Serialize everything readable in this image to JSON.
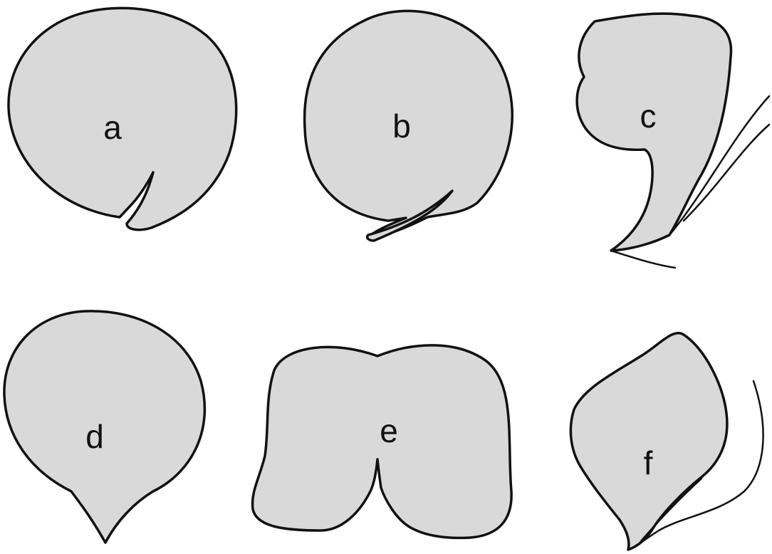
{
  "figure": {
    "panels": [
      {
        "id": "a",
        "label": "a"
      },
      {
        "id": "b",
        "label": "b"
      },
      {
        "id": "c",
        "label": "c"
      },
      {
        "id": "d",
        "label": "d"
      },
      {
        "id": "e",
        "label": "e"
      },
      {
        "id": "f",
        "label": "f"
      }
    ],
    "colors": {
      "fill": "#d9d9d9",
      "outline": "#111111",
      "background": "#ffffff"
    }
  }
}
